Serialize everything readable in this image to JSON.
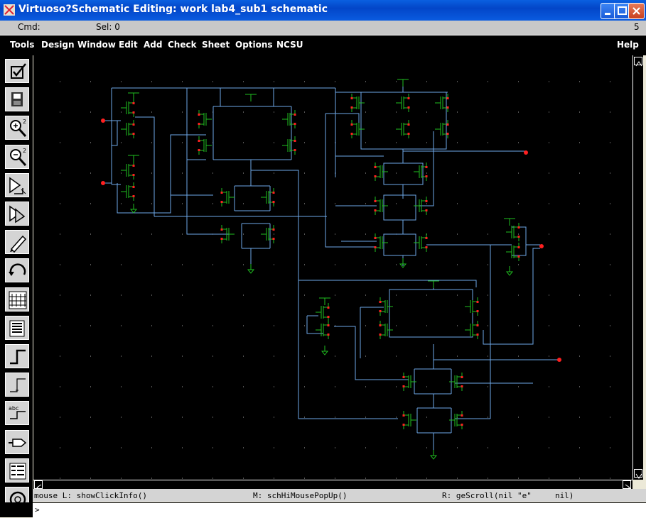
{
  "window": {
    "title": "Virtuoso?Schematic Editing: work lab4_sub1 schematic"
  },
  "status": {
    "cmd_label": "Cmd:",
    "sel_label": "Sel: 0",
    "count": "5"
  },
  "menu": [
    "Tools",
    "Design",
    "Window",
    "Edit",
    "Add",
    "Check",
    "Sheet",
    "Options",
    "NCSU"
  ],
  "help": "Help",
  "toolbar": [
    "check-save-icon",
    "save-icon",
    "zoom-in-icon",
    "zoom-out-icon",
    "stretch-icon",
    "copy-icon",
    "edit-pencil-icon",
    "undo-icon",
    "add-instance-icon",
    "property-icon",
    "wire-icon",
    "wire-narrow-icon",
    "wire-name-icon",
    "pin-icon",
    "label-icon",
    "cycle-icon"
  ],
  "mouse": {
    "left": "mouse L: showClickInfo()",
    "middle": "M: schHiMousePopUp()",
    "right": "R: geScroll(nil \"e\"     nil)"
  },
  "cmdline": {
    "prompt": ">"
  },
  "colors": {
    "wire": "#6ea8e8",
    "device": "#20c020",
    "pin": "#ff2020",
    "background": "#000000"
  }
}
